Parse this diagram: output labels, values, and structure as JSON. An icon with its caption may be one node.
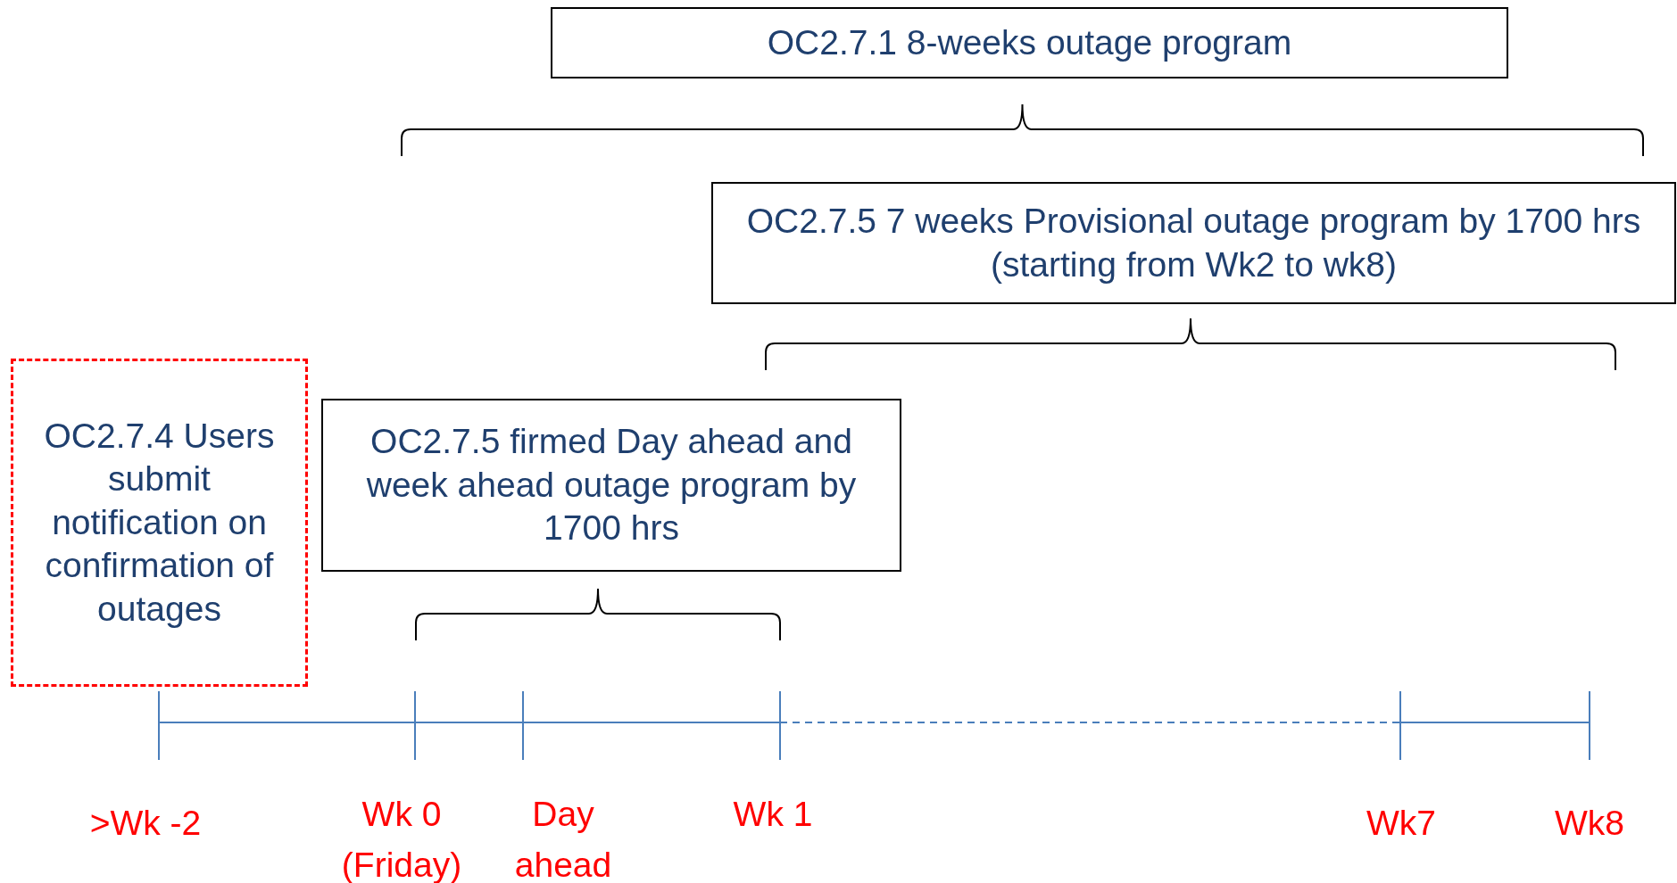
{
  "diagram": {
    "nodes": [
      {
        "text": [
          "OC2.7.1 8-weeks outage program"
        ]
      },
      {
        "text": [
          "OC2.7.5 7 weeks Provisional outage program by 1700 hrs (starting from Wk2 to wk8)"
        ]
      },
      {
        "text": [
          "OC2.7.4 Users submit notification on confirmation of outages"
        ]
      },
      {
        "text": [
          "OC2.7.5 firmed Day ahead and week ahead outage program by 1700 hrs"
        ]
      }
    ],
    "labels": [
      ">Wk -2",
      "Wk 0 (Friday)",
      "Day ahead",
      "Wk 1",
      "Wk7",
      "Wk8"
    ]
  }
}
